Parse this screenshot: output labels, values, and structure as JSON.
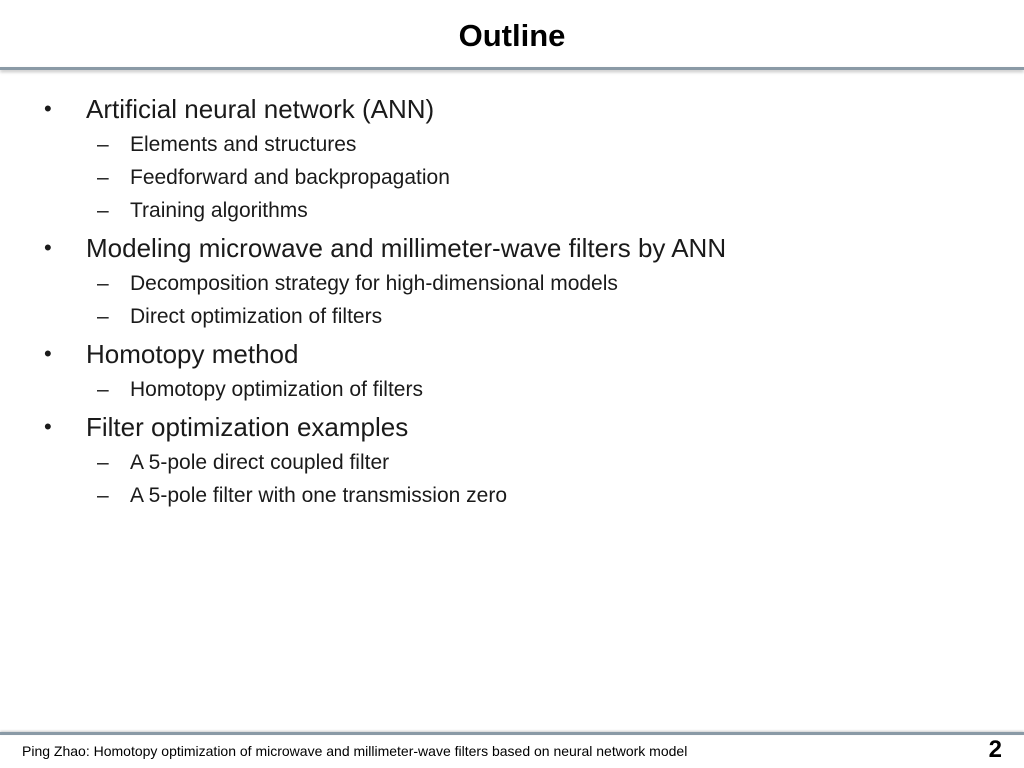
{
  "title": "Outline",
  "outline": [
    {
      "marker": "•",
      "text": "Artificial neural network (ANN)",
      "sub": [
        {
          "marker": "–",
          "text": "Elements and structures"
        },
        {
          "marker": "–",
          "text": "Feedforward and backpropagation"
        },
        {
          "marker": "–",
          "text": "Training algorithms"
        }
      ]
    },
    {
      "marker": "•",
      "text": "Modeling microwave and millimeter-wave filters by ANN",
      "sub": [
        {
          "marker": "–",
          "text": "Decomposition strategy for high-dimensional models"
        },
        {
          "marker": "–",
          "text": "Direct optimization of filters"
        }
      ]
    },
    {
      "marker": "•",
      "text": "Homotopy method",
      "sub": [
        {
          "marker": "–",
          "text": "Homotopy optimization of filters"
        }
      ]
    },
    {
      "marker": "•",
      "text": "Filter optimization examples",
      "sub": [
        {
          "marker": "–",
          "text": "A 5-pole direct coupled filter"
        },
        {
          "marker": "–",
          "text": "A 5-pole filter with one transmission zero"
        }
      ]
    }
  ],
  "footer": {
    "text": "Ping Zhao: Homotopy optimization of microwave and millimeter-wave filters based on neural network model",
    "page_number": "2"
  },
  "colors": {
    "rule": "#8a9aa6",
    "text": "#1a1a1a"
  }
}
